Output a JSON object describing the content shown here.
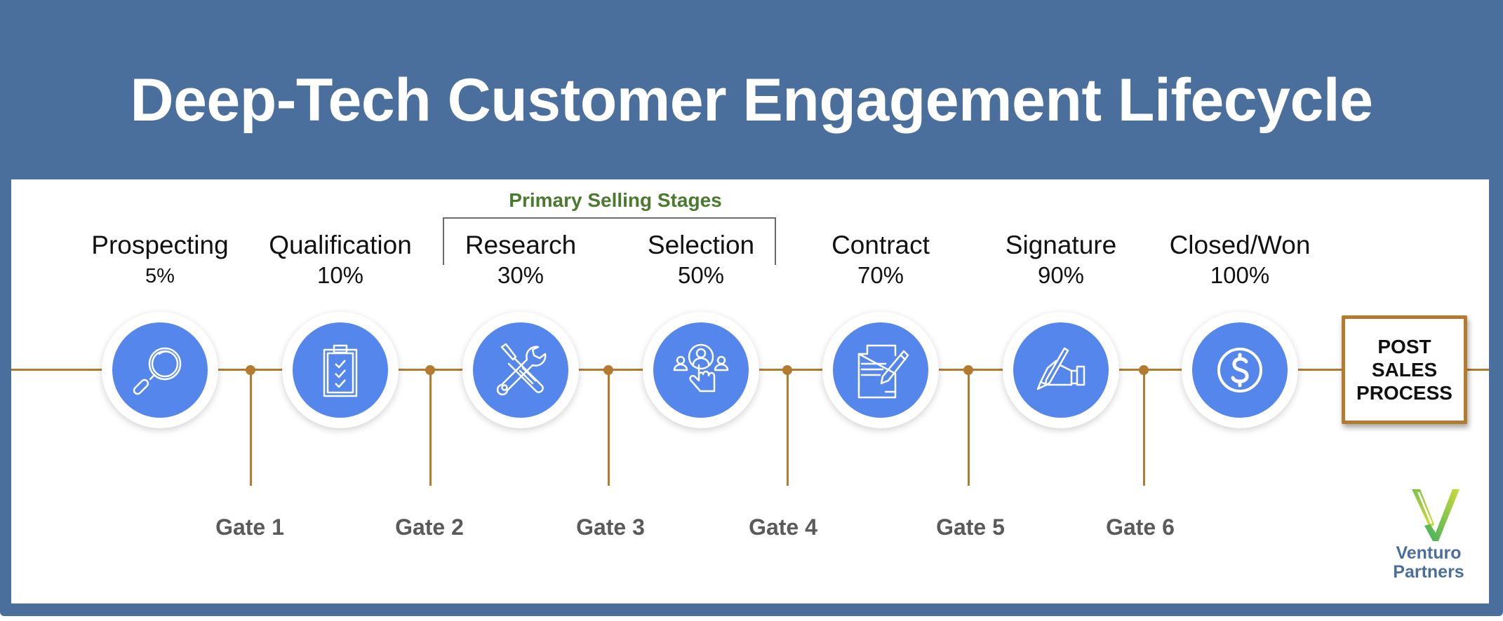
{
  "header": {
    "title": "Deep-Tech Customer Engagement Lifecycle"
  },
  "colors": {
    "frame_blue": "#4B6F9C",
    "icon_blue": "#5486EB",
    "timeline_gold": "#B47B2F",
    "bracket_green": "#4A7A2E",
    "gate_gray": "#5a5a5a",
    "logo_text_blue": "#4B6F9C"
  },
  "bracket": {
    "label": "Primary Selling Stages",
    "spans_stages": [
      "Research",
      "Selection"
    ]
  },
  "stages": [
    {
      "name": "Prospecting",
      "percent": "5%",
      "icon": "magnifying-glass-icon"
    },
    {
      "name": "Qualification",
      "percent": "10%",
      "icon": "clipboard-checklist-icon"
    },
    {
      "name": "Research",
      "percent": "30%",
      "icon": "wrench-screwdriver-icon"
    },
    {
      "name": "Selection",
      "percent": "50%",
      "icon": "select-person-hand-icon"
    },
    {
      "name": "Contract",
      "percent": "70%",
      "icon": "document-pen-icon"
    },
    {
      "name": "Signature",
      "percent": "90%",
      "icon": "hand-signing-icon"
    },
    {
      "name": "Closed/Won",
      "percent": "100%",
      "icon": "dollar-coin-icon"
    }
  ],
  "gates": [
    {
      "label": "Gate 1"
    },
    {
      "label": "Gate 2"
    },
    {
      "label": "Gate 3"
    },
    {
      "label": "Gate 4"
    },
    {
      "label": "Gate 5"
    },
    {
      "label": "Gate 6"
    }
  ],
  "post_sales": {
    "line1": "POST",
    "line2": "SALES",
    "line3": "PROCESS"
  },
  "logo": {
    "line1": "Venturo",
    "line2": "Partners"
  }
}
